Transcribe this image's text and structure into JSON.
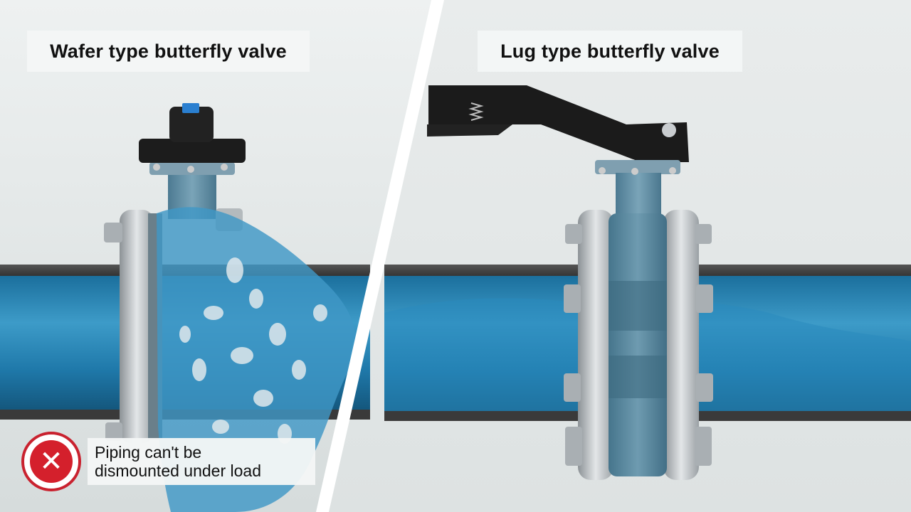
{
  "panels": {
    "left": {
      "title": "Wafer type butterfly valve"
    },
    "right": {
      "title": "Lug type butterfly valve"
    }
  },
  "notice": {
    "line1": "Piping can't be",
    "line2": "dismounted under load",
    "icon": "close-icon",
    "accent": "#d4202c"
  },
  "colors": {
    "pipe_blue": "#2f86b4",
    "valve_body": "#5c8aa0",
    "flange": "#b8bec2",
    "handle": "#1b1b1b",
    "background": "#dfe3e3"
  }
}
